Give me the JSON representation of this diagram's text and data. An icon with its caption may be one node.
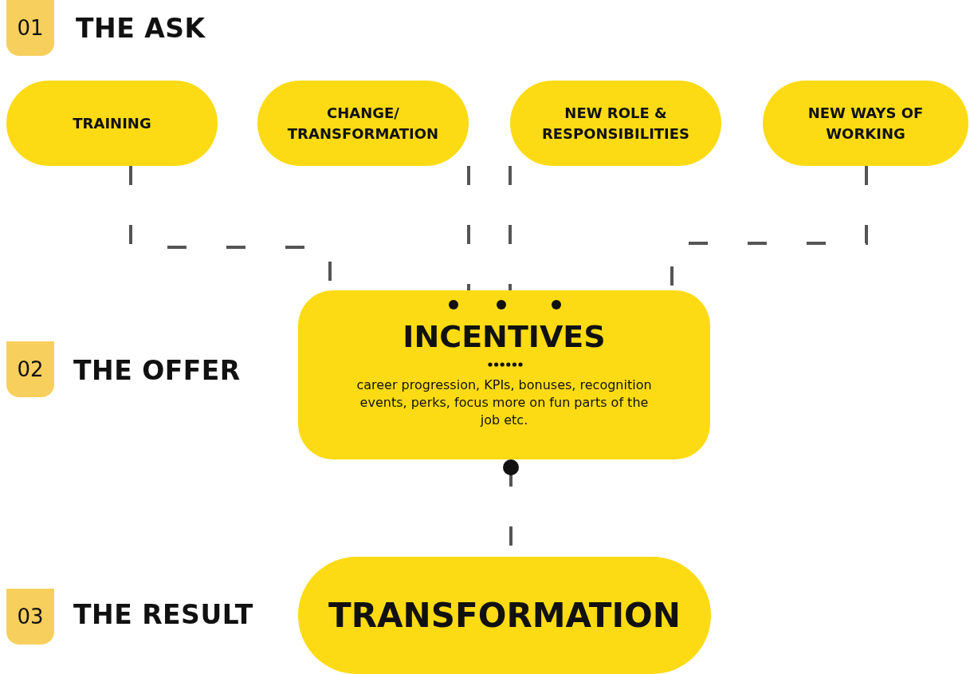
{
  "diagram": {
    "nodes": [
      {
        "text": [
          "01"
        ],
        "beside": [
          "THE ASK"
        ]
      },
      {
        "text": [
          "TRAINING"
        ]
      },
      {
        "text": [
          "CHANGE/ TRANSFORMATION"
        ]
      },
      {
        "text": [
          "NEW ROLE & RESPONSIBILITIES"
        ]
      },
      {
        "text": [
          "NEW WAYS OF WORKING"
        ]
      },
      {
        "text": [
          "02"
        ],
        "beside": [
          "THE OFFER"
        ]
      },
      {
        "text": [
          "INCENTIVES",
          "career progression, KPIs, bonuses, recognition events, perks, focus more on fun parts of the job etc."
        ]
      },
      {
        "text": [
          "03"
        ],
        "beside": [
          "THE RESULT"
        ]
      },
      {
        "text": [
          "TRANSFORMATION"
        ]
      }
    ],
    "edges": [
      {
        "from": 1,
        "to": 6,
        "arrow": "none",
        "style": "dashed"
      },
      {
        "from": 2,
        "to": 6,
        "arrow": "none",
        "style": "dashed"
      },
      {
        "from": 3,
        "to": 6,
        "arrow": "none",
        "style": "dashed"
      },
      {
        "from": 4,
        "to": 6,
        "arrow": "none",
        "style": "dashed"
      },
      {
        "from": 6,
        "to": 8,
        "arrow": "other",
        "style": "dashed"
      }
    ]
  }
}
